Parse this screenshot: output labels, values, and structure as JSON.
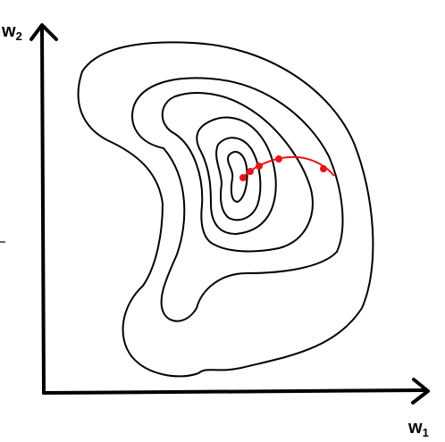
{
  "axes": {
    "y_label": "w",
    "y_subscript": "2",
    "x_label": "w",
    "x_subscript": "1"
  },
  "colors": {
    "contour": "#000000",
    "axis": "#000000",
    "path": "#e8141b",
    "background": "#ffffff"
  },
  "contour_levels": 6,
  "descent_steps": 5
}
